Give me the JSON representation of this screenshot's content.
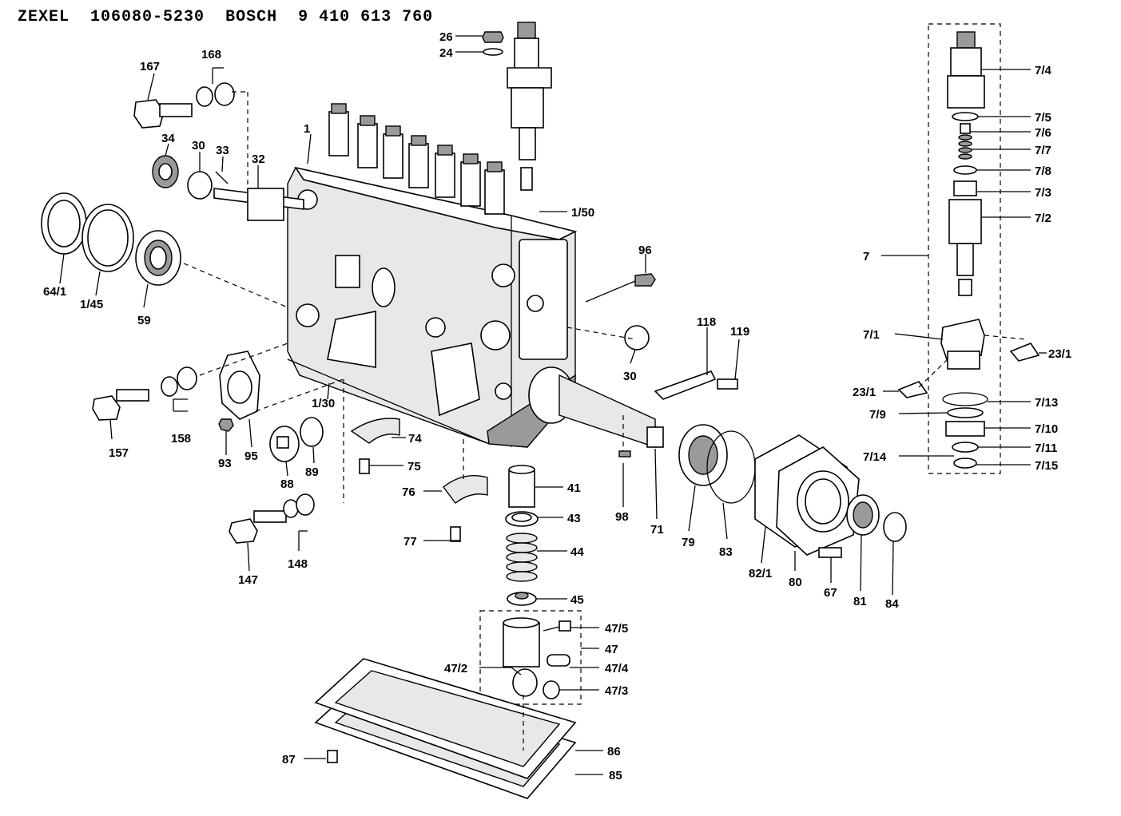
{
  "header": {
    "brand": "ZEXEL",
    "zexel_number": "106080-5230",
    "maker": "BOSCH",
    "bosch_number": "9 410 613 760"
  },
  "callouts": {
    "c1": "1",
    "c1_50": "1/50",
    "c1_30": "1/30",
    "c1_45": "1/45",
    "c7": "7",
    "c7_1": "7/1",
    "c7_2": "7/2",
    "c7_3": "7/3",
    "c7_4": "7/4",
    "c7_5": "7/5",
    "c7_6": "7/6",
    "c7_7": "7/7",
    "c7_8": "7/8",
    "c7_9": "7/9",
    "c7_10": "7/10",
    "c7_11": "7/11",
    "c7_13": "7/13",
    "c7_14": "7/14",
    "c7_15": "7/15",
    "c23_1a": "23/1",
    "c23_1b": "23/1",
    "c24": "24",
    "c26": "26",
    "c30a": "30",
    "c30b": "30",
    "c32": "32",
    "c33": "33",
    "c34": "34",
    "c41": "41",
    "c43": "43",
    "c44": "44",
    "c45": "45",
    "c47": "47",
    "c47_2": "47/2",
    "c47_3": "47/3",
    "c47_4": "47/4",
    "c47_5": "47/5",
    "c59": "59",
    "c64_1": "64/1",
    "c67": "67",
    "c71": "71",
    "c74": "74",
    "c75": "75",
    "c76": "76",
    "c77": "77",
    "c79": "79",
    "c80": "80",
    "c81": "81",
    "c82_1": "82/1",
    "c83": "83",
    "c84": "84",
    "c85": "85",
    "c86": "86",
    "c87": "87",
    "c88": "88",
    "c89": "89",
    "c93": "93",
    "c95": "95",
    "c96": "96",
    "c98": "98",
    "c118": "118",
    "c119": "119",
    "c147": "147",
    "c148": "148",
    "c157": "157",
    "c158": "158",
    "c167": "167",
    "c168": "168"
  }
}
